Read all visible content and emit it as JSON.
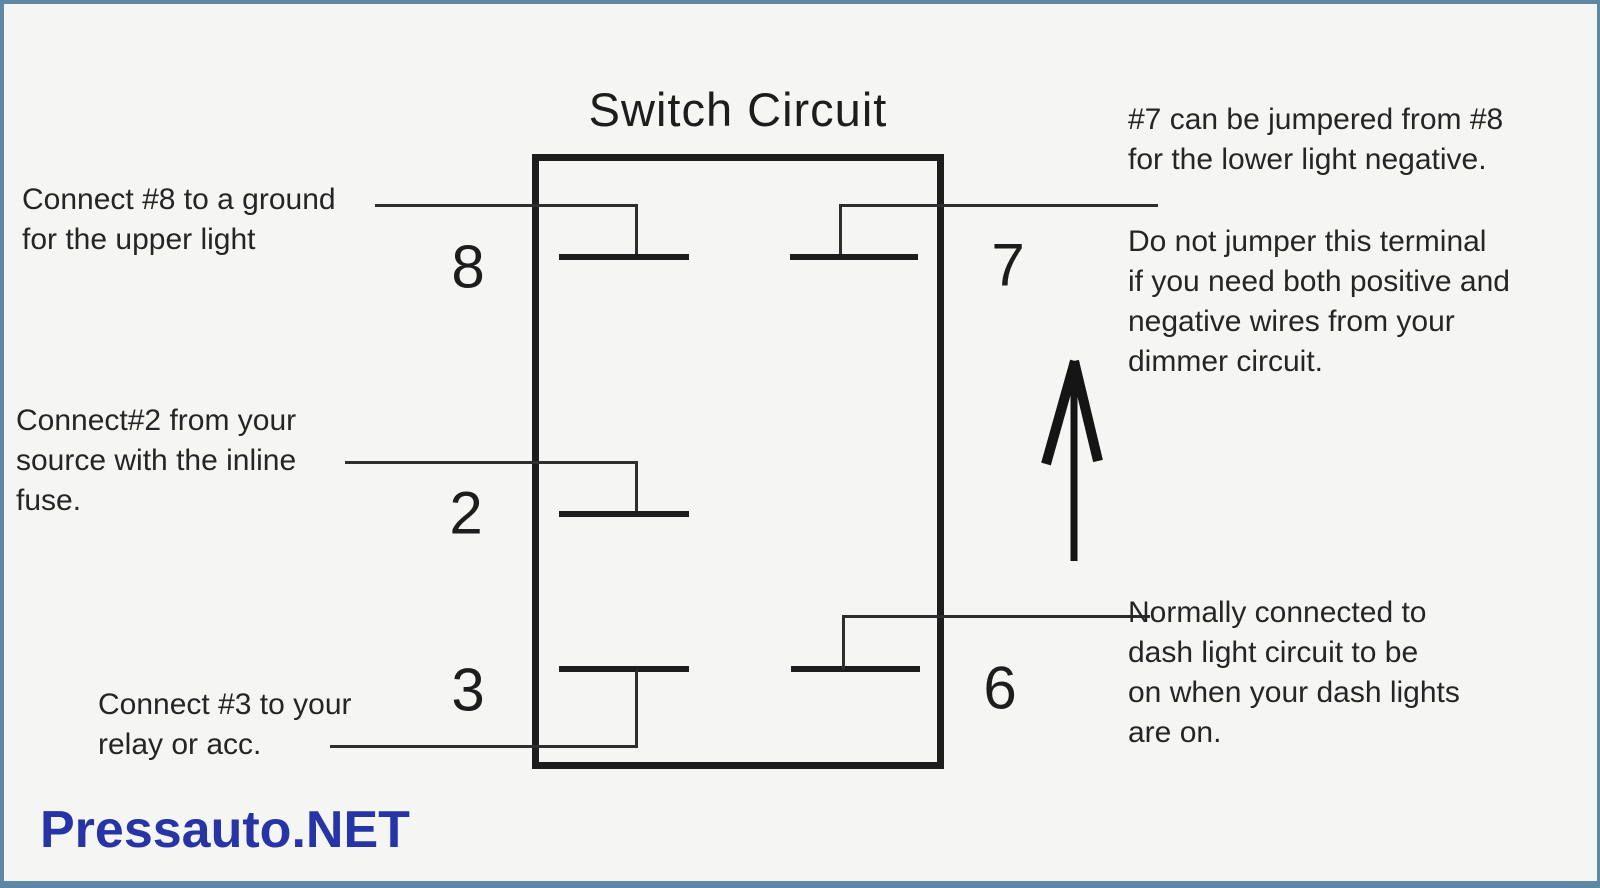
{
  "diagram": {
    "title": "Switch Circuit",
    "terminal_labels": {
      "t8": "8",
      "t7": "7",
      "t2": "2",
      "t3": "3",
      "t6": "6"
    },
    "annotations": {
      "connect8": "Connect #8 to a ground\nfor the upper light",
      "connect2": "Connect#2 from your\nsource with the inline\nfuse.",
      "connect3": "Connect #3 to your\nrelay or acc.",
      "jumper7": "#7 can be jumpered from #8\nfor the lower light negative.",
      "warning7": "Do not jumper this terminal\nif you need both positive and\nnegative wires from your\ndimmer circuit.",
      "dashlight6": "Normally connected to\ndash light circuit to be\non when your dash lights\nare on."
    }
  },
  "branding": {
    "watermark": "Pressauto.NET"
  },
  "colors": {
    "background": "#f5f6f4",
    "frame": "#5d87a3",
    "line": "#1d1d1d",
    "leader": "#2e2e2e",
    "text": "#252525",
    "watermark_blue": "#2634a5"
  }
}
